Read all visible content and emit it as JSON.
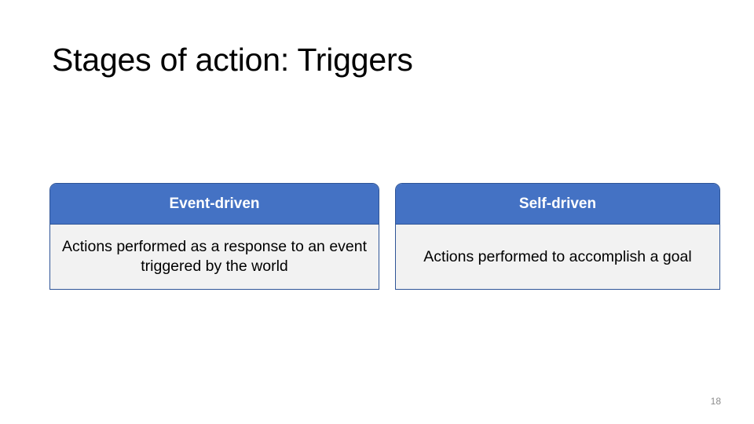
{
  "slide": {
    "title": "Stages of action: Triggers",
    "page_number": "18",
    "colors": {
      "header_fill": "#4472C4",
      "header_text": "#FFFFFF",
      "body_fill": "#F2F2F2",
      "border": "#2F5597",
      "title_text": "#000000",
      "page_number_text": "#8C8C8C",
      "background": "#FFFFFF"
    }
  },
  "comparison": {
    "columns": [
      {
        "header": "Event-driven",
        "body": "Actions performed as a response to an event triggered by the world"
      },
      {
        "header": "Self-driven",
        "body": "Actions performed to accomplish a goal"
      }
    ]
  }
}
